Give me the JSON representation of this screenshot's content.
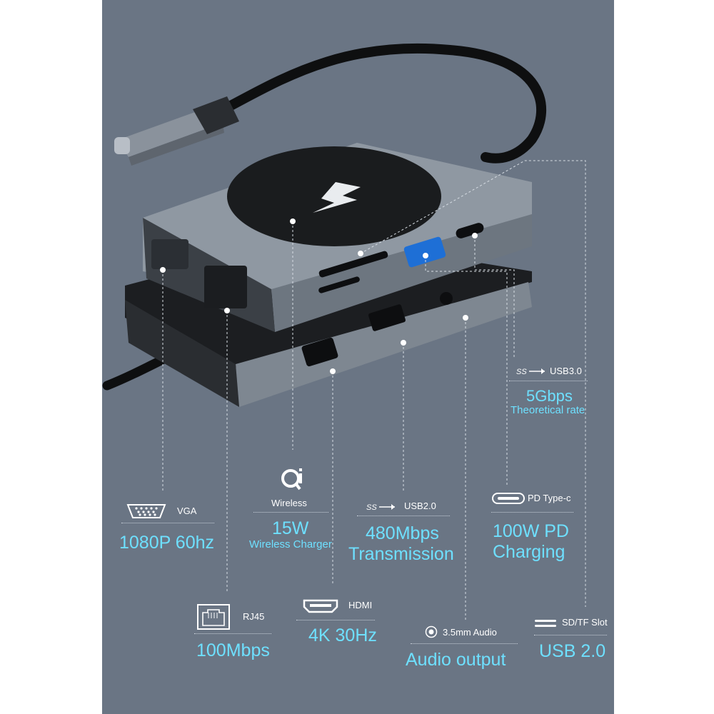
{
  "colors": {
    "background": "#6a7584",
    "accent": "#6ee0ff",
    "label": "#ffffff",
    "device": "#5b636d"
  },
  "device": {
    "icon": "usb-c-hub-with-wireless-charger"
  },
  "features": {
    "usb3": {
      "icon": "superspeed-usb-icon",
      "label": "USB3.0",
      "value": "5Gbps",
      "note": "Theoretical rate"
    },
    "vga": {
      "icon": "vga-port-icon",
      "label": "VGA",
      "value": "1080P 60hz"
    },
    "wireless": {
      "icon": "qi-icon",
      "label": "Wireless",
      "value": "15W",
      "note": "Wireless Charger"
    },
    "usb2": {
      "icon": "superspeed-usb-icon",
      "label": "USB2.0",
      "value_line1": "480Mbps",
      "value_line2": "Transmission"
    },
    "pd": {
      "icon": "usb-c-port-icon",
      "label": "PD Type-c",
      "value_line1": "100W PD",
      "value_line2": "Charging"
    },
    "rj45": {
      "icon": "ethernet-port-icon",
      "label": "RJ45",
      "value": "100Mbps"
    },
    "hdmi": {
      "icon": "hdmi-port-icon",
      "label": "HDMI",
      "value": "4K 30Hz"
    },
    "audio": {
      "icon": "audio-jack-icon",
      "label": "3.5mm Audio",
      "value": "Audio output"
    },
    "sd": {
      "icon": "card-slot-icon",
      "label": "SD/TF Slot",
      "value": "USB 2.0"
    }
  }
}
